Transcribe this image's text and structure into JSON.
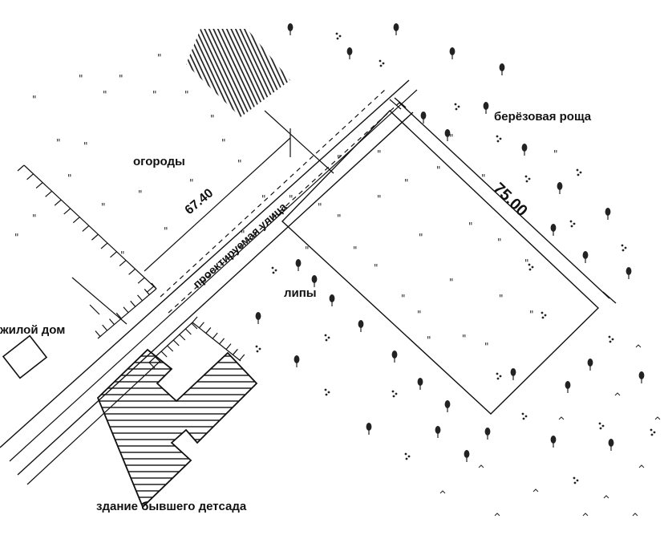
{
  "map": {
    "labels": {
      "birch_grove": "берёзовая роща",
      "gardens": "огороды",
      "street": "проектируемая улица",
      "lindens": "липы",
      "house": "жилой дом",
      "kindergarten": "здание бывшего детсада"
    },
    "dimensions": {
      "side_a": "67.40",
      "side_b": "75.00"
    }
  },
  "colors": {
    "ink": "#111111",
    "paper": "#ffffff"
  }
}
